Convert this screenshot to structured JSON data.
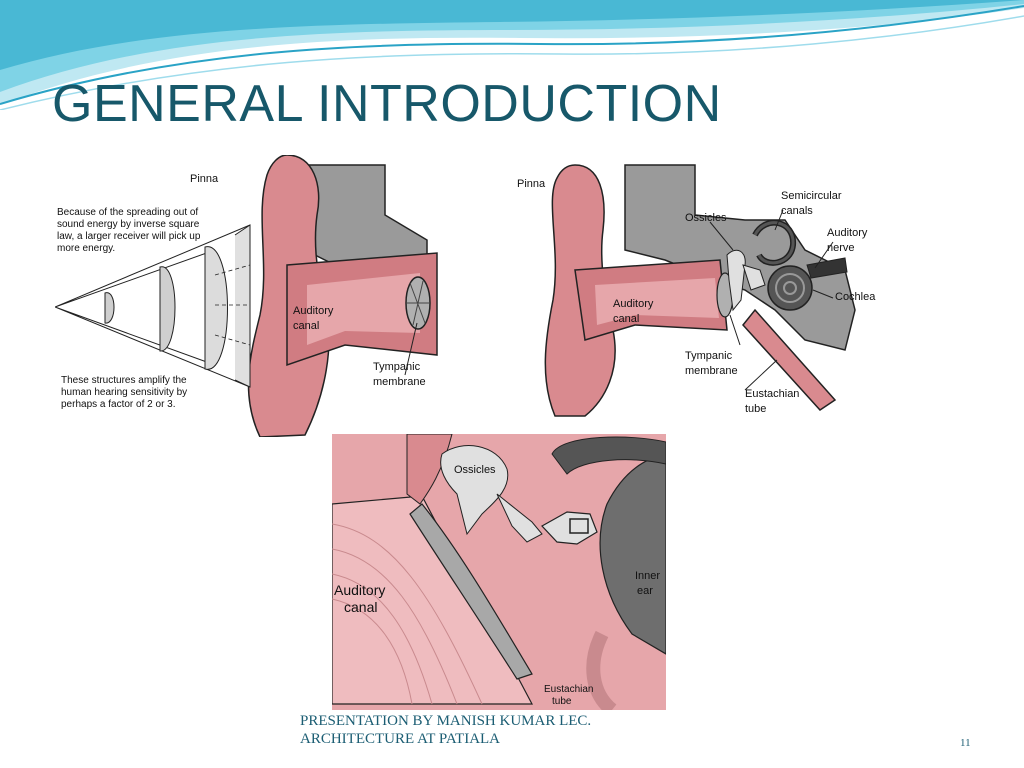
{
  "slide": {
    "title": "GENERAL INTRODUCTION",
    "footer_line1": "PRESENTATION BY MANISH KUMAR LEC.",
    "footer_line2": "ARCHITECTURE AT PATIALA",
    "page_number": "11"
  },
  "figure_left": {
    "pinna": "Pinna",
    "spreading_note": "Because of the spreading out of sound energy by inverse square law, a larger receiver will pick up more energy.",
    "auditory_canal_1": "Auditory",
    "auditory_canal_2": "canal",
    "tympanic_1": "Tympanic",
    "tympanic_2": "membrane",
    "amplify_note": "These structures amplify the human hearing sensitivity by perhaps a factor of 2 or 3."
  },
  "figure_right": {
    "pinna": "Pinna",
    "ossicles": "Ossicles",
    "semicircular_1": "Semicircular",
    "semicircular_2": "canals",
    "auditory_nerve_1": "Auditory",
    "auditory_nerve_2": "nerve",
    "auditory_canal_1": "Auditory",
    "auditory_canal_2": "canal",
    "cochlea": "Cochlea",
    "tympanic_1": "Tympanic",
    "tympanic_2": "membrane",
    "eustachian_1": "Eustachian",
    "eustachian_2": "tube"
  },
  "figure_bottom": {
    "ossicles": "Ossicles",
    "auditory_canal_1": "Auditory",
    "auditory_canal_2": "canal",
    "inner_ear_1": "Inner",
    "inner_ear_2": "ear",
    "eustachian_1": "Eustachian",
    "eustachian_2": "tube"
  },
  "colors": {
    "title": "#17586a",
    "skin": "#d98a8f",
    "skin_light": "#e6a6aa",
    "bone_gray": "#9a9a9a",
    "wave_blue": "#5fc3dc"
  }
}
